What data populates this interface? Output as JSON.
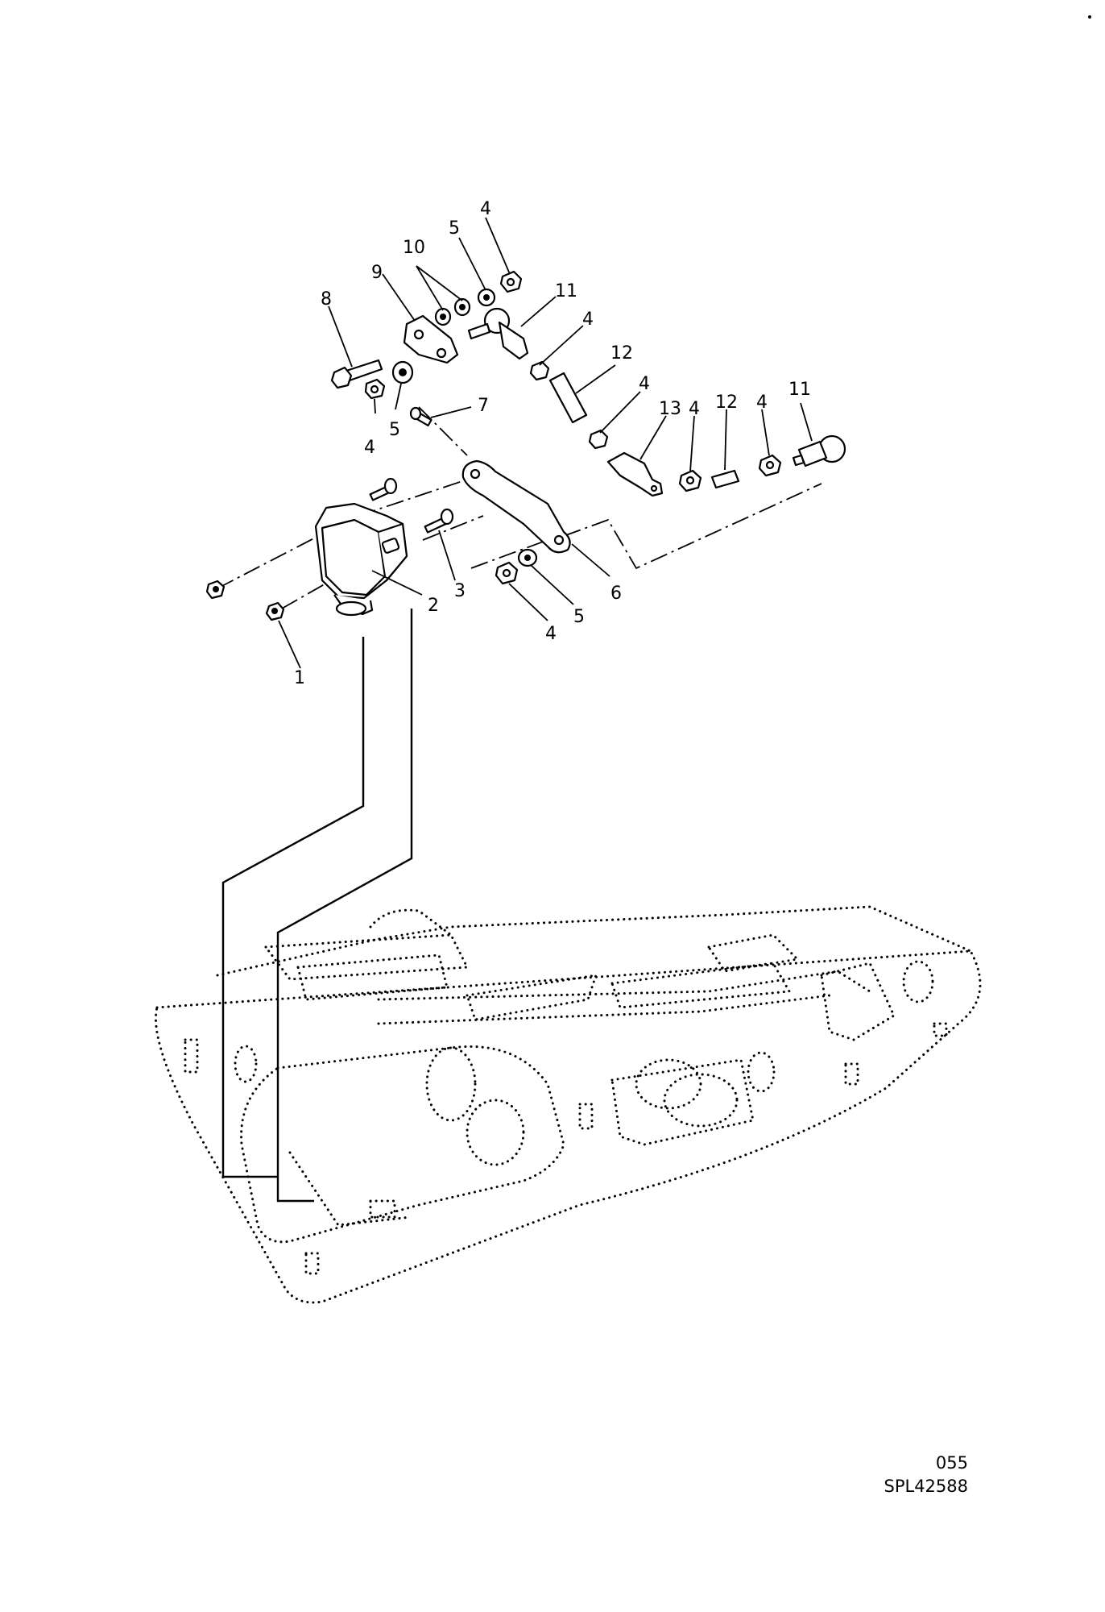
{
  "callouts": {
    "c1": "1",
    "c2": "2",
    "c3": "3",
    "c4a": "4",
    "c4b": "4",
    "c4c": "4",
    "c4d": "4",
    "c4e": "4",
    "c4f": "4",
    "c4g": "4",
    "c5a": "5",
    "c5b": "5",
    "c5c": "5",
    "c6": "6",
    "c7": "7",
    "c8": "8",
    "c9": "9",
    "c10": "10",
    "c11a": "11",
    "c11b": "11",
    "c12a": "12",
    "c12b": "12",
    "c13": "13"
  },
  "footer": {
    "page_number": "055",
    "drawing_ref": "SPL42588"
  }
}
